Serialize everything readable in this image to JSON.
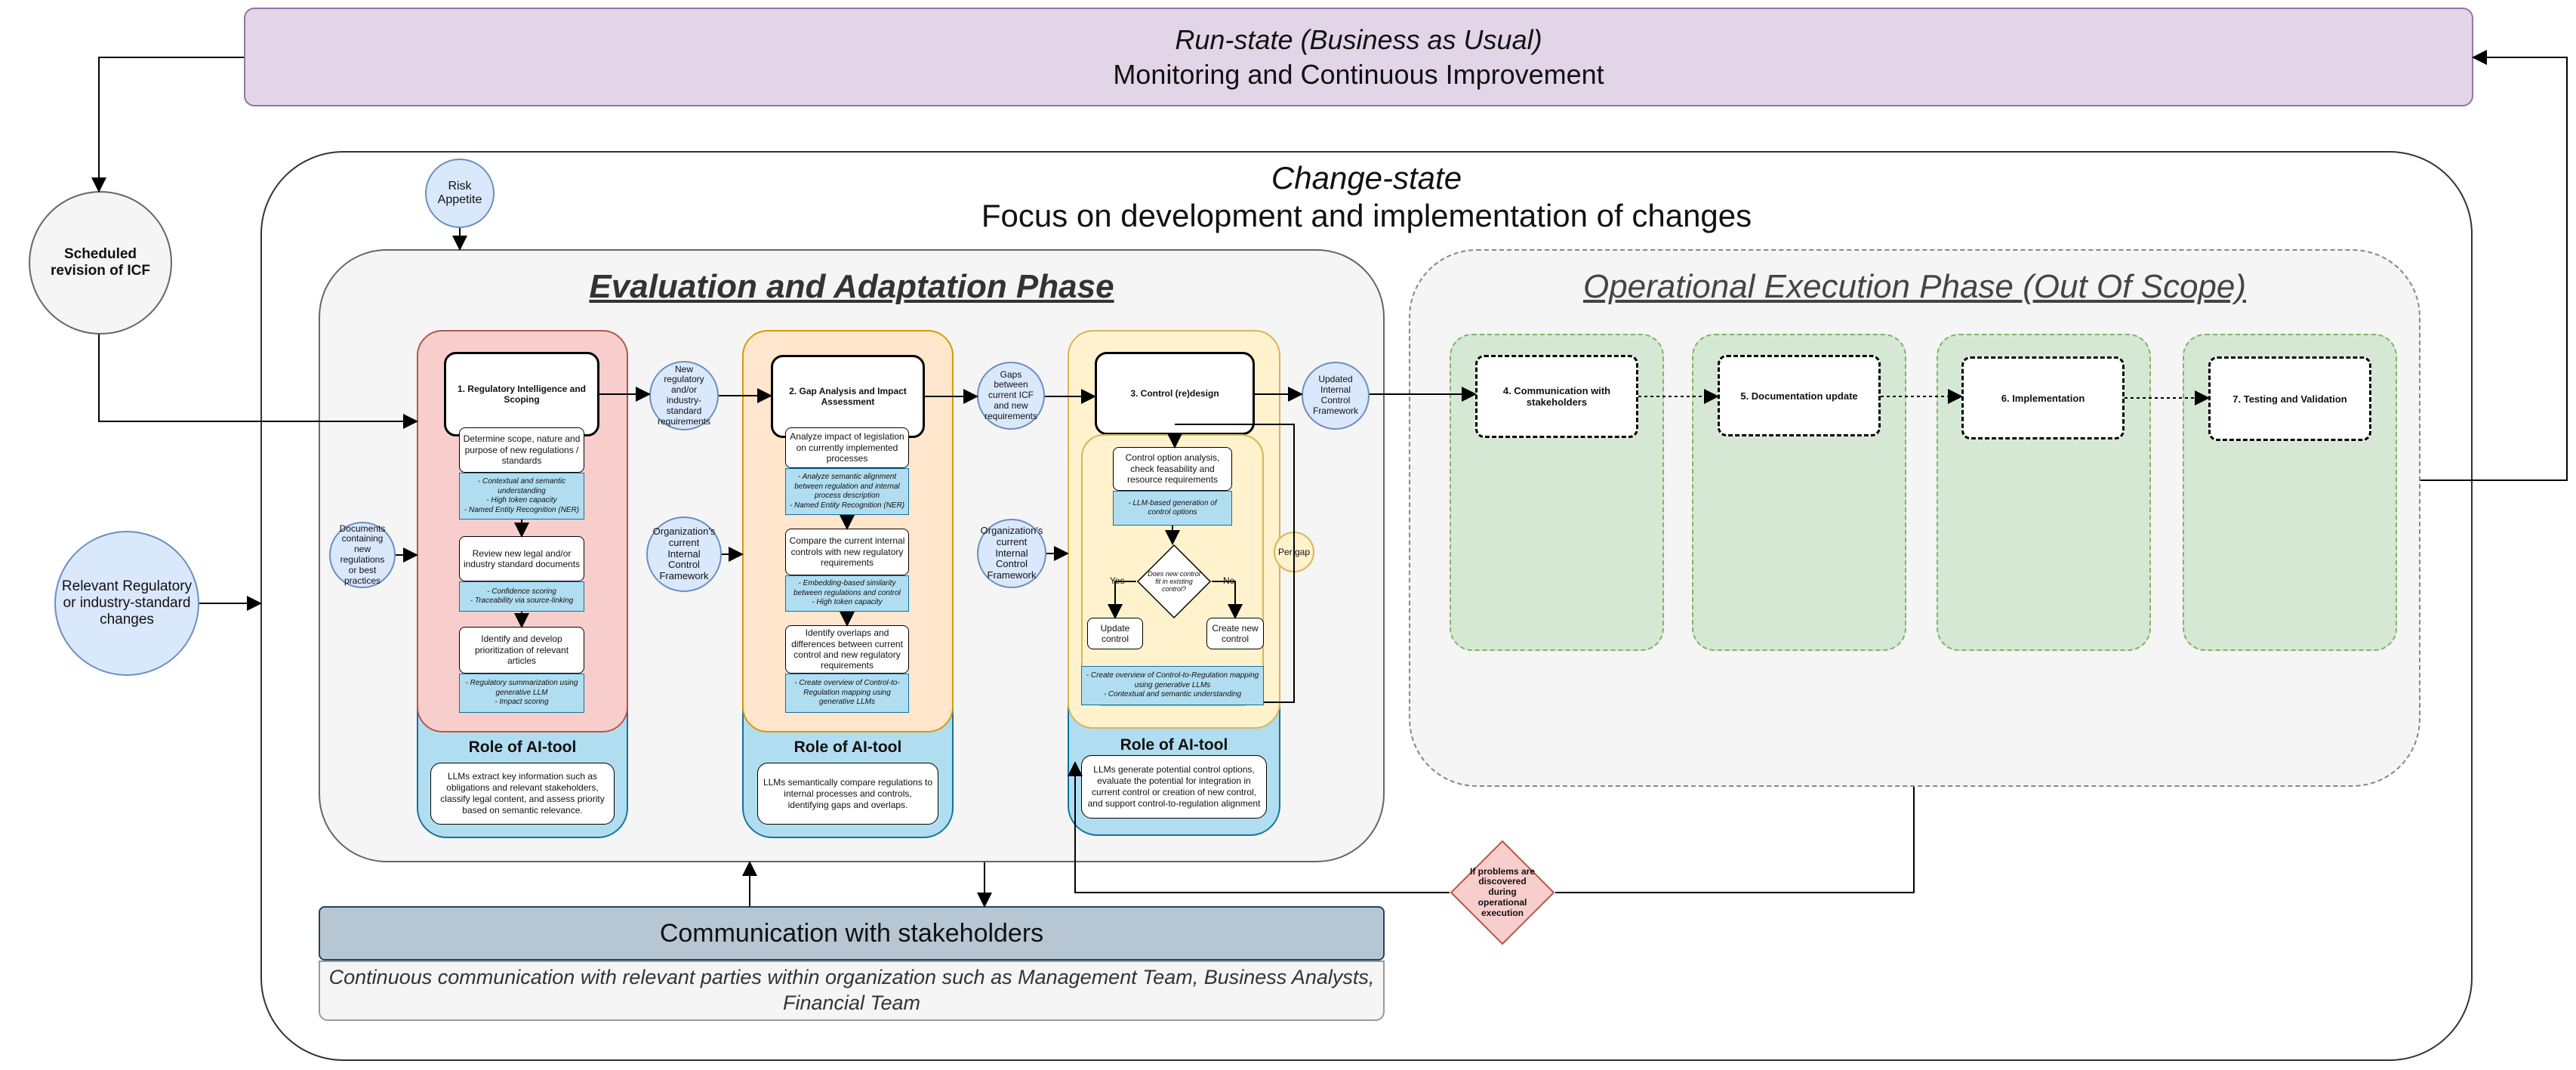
{
  "run_state": {
    "title": "Run-state (Business as Usual)",
    "subtitle": "Monitoring and Continuous Improvement"
  },
  "change_state": {
    "title": "Change-state",
    "subtitle": "Focus on development and implementation of changes"
  },
  "scheduled_revision": "Scheduled revision of ICF",
  "relevant_changes": "Relevant Regulatory or industry-standard changes",
  "risk_appetite": "Risk Appetite",
  "eval_phase": {
    "title": "Evaluation and Adaptation Phase"
  },
  "op_phase": {
    "title": "Operational Execution Phase (Out Of Scope)"
  },
  "inputs": {
    "documents": "Documents containing new regulations or best practices",
    "new_requirements": "New regulatory and/or industry-standard requirements",
    "org_icf_1": "Organization's current Internal Control Framework",
    "gaps": "Gaps between current ICF and new requirements",
    "org_icf_2": "Organization's current Internal Control Framework",
    "updated_icf": "Updated Internal Control Framework",
    "per_gap": "Per gap"
  },
  "step1": {
    "title": "1. Regulatory Intelligence and Scoping",
    "box1": "Determine scope, nature and purpose of new regulations / standards",
    "tech1": "- Contextual and semantic understanding\n- High token capacity\n- Named Entity Recognition (NER)",
    "box2": "Review new legal and/or industry standard documents",
    "tech2": "- Confidence scoring\n- Traceability via source-linking",
    "box3": "Identify and develop prioritization of relevant articles",
    "tech3": "- Regulatory summarization using generative LLM\n- Impact scoring",
    "role_title": "Role of AI-tool",
    "role_text": "LLMs extract key information such as obligations and relevant stakeholders, classify legal content, and assess priority based on semantic relevance."
  },
  "step2": {
    "title": "2. Gap Analysis and Impact Assessment",
    "box1": "Analyze impact of legislation on currently implemented processes",
    "tech1": "- Analyze semantic alignment between regulation and internal process description\n- Named Entity Recognition (NER)",
    "box2": "Compare the current internal controls with new regulatory requirements",
    "tech2": "- Embedding-based similarity between regulations and control\n- High token capacity",
    "box3": "Identify overlaps and differences between current control and new regulatory requirements",
    "tech3": "- Create overview of Control-to-Regulation mapping using generative LLMs",
    "role_title": "Role of AI-tool",
    "role_text": "LLMs semantically compare regulations to internal processes and controls, identifying gaps and overlaps."
  },
  "step3": {
    "title": "3. Control (re)design",
    "box1": "Control option analysis, check feasability and resource requirements",
    "tech1": "- LLM-based generation of control options",
    "decision": "Does new control fit in existing control?",
    "yes": "Yes",
    "no": "No",
    "update": "Update control",
    "create": "Create new control",
    "tech2": "- Create overview of Control-to-Regulation mapping using generative LLMs\n- Contextual and semantic understanding",
    "role_title": "Role of AI-tool",
    "role_text": "LLMs generate potential control options, evaluate the potential for integration in current control or creation of new control, and support control-to-regulation alignment"
  },
  "op_steps": {
    "s4": "4. Communication with stakeholders",
    "s5": "5. Documentation update",
    "s6": "6. Implementation",
    "s7": "7. Testing and Validation"
  },
  "problems": "If problems are discovered during operational execution",
  "communication": {
    "title": "Communication with stakeholders",
    "text": "Continuous communication with relevant parties within organization such as Management Team, Business Analysts, Financial Team"
  },
  "colors": {
    "purple": "#e1d5e7",
    "blue": "#b1ddf0",
    "lightblue": "#dae8fc",
    "pink": "#f8cecc",
    "orange": "#ffe6cc",
    "yellow": "#fff2cc",
    "green": "#d5e8d4",
    "red": "#f8cecc",
    "slate": "#b7c6d3"
  }
}
